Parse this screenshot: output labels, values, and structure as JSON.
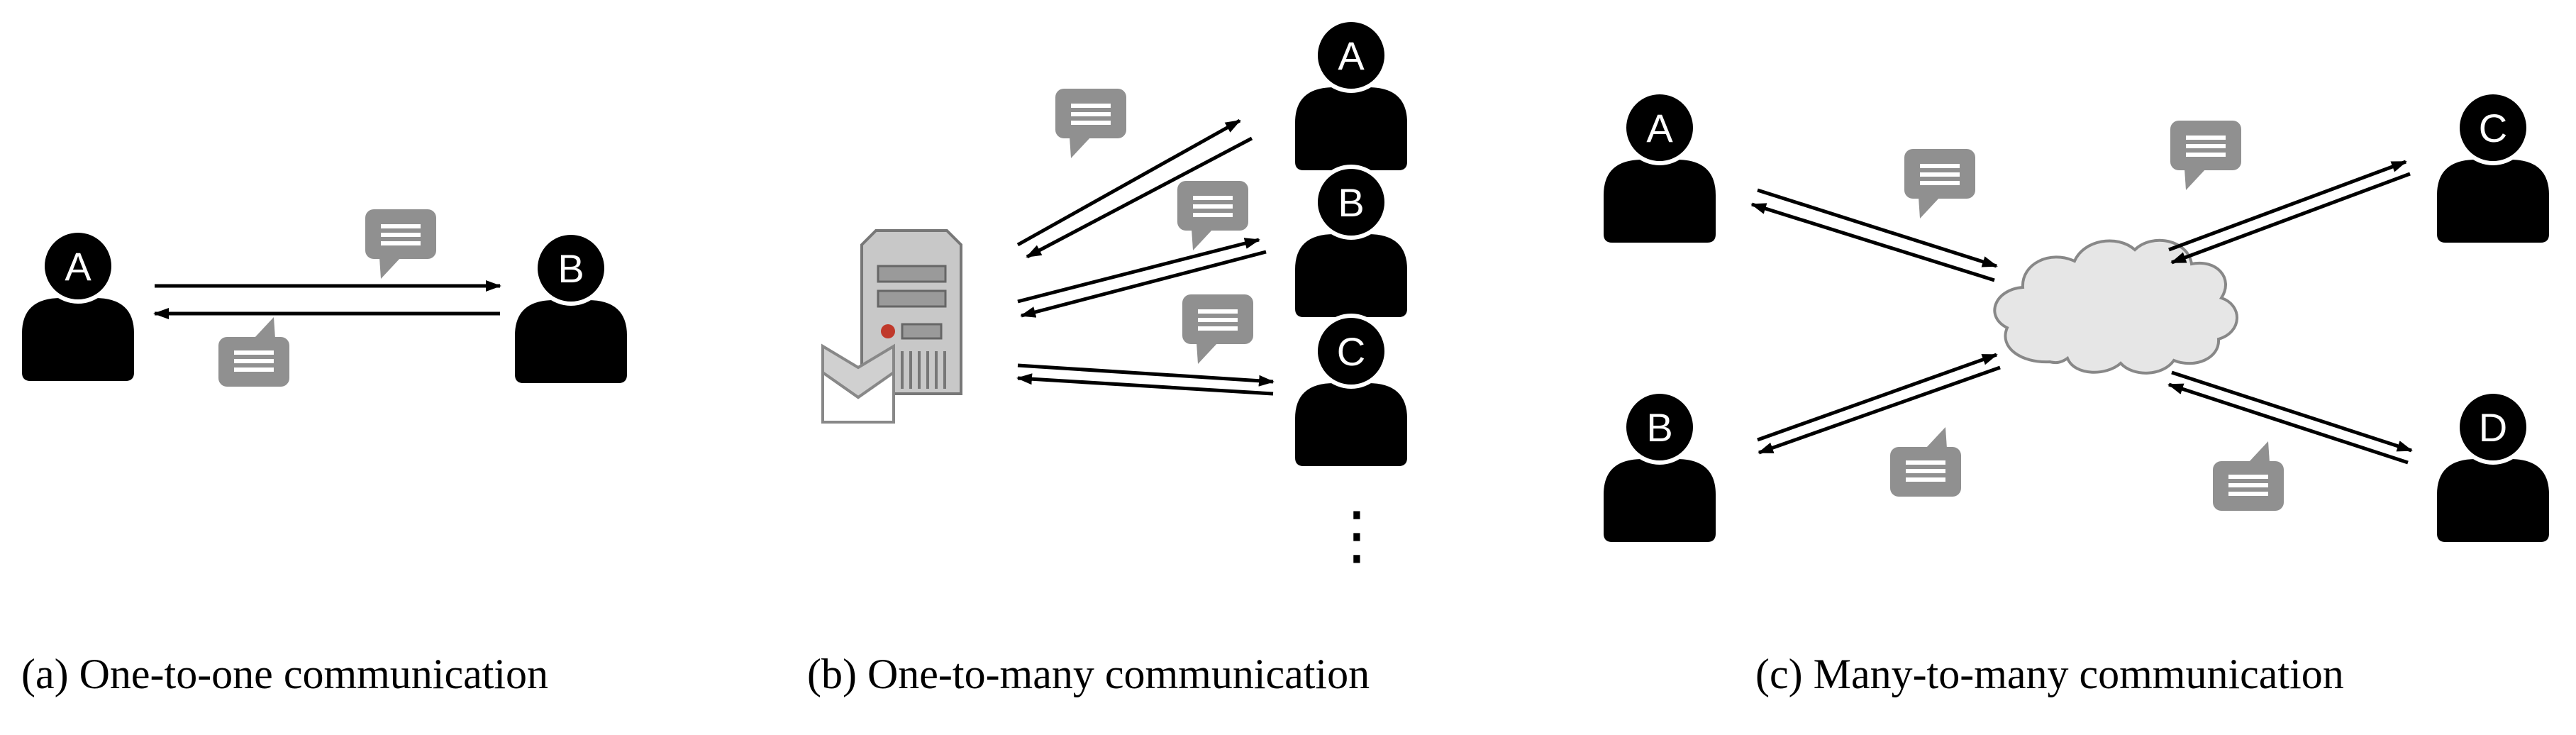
{
  "panels": {
    "a": {
      "caption": "(a) One-to-one communication",
      "nodes": [
        "A",
        "B"
      ]
    },
    "b": {
      "caption": "(b) One-to-many communication",
      "nodes": [
        "A",
        "B",
        "C"
      ],
      "continuation": "⋮"
    },
    "c": {
      "caption": "(c) Many-to-many communication",
      "nodes": [
        "A",
        "B",
        "C",
        "D"
      ]
    }
  },
  "icons": {
    "user": "user-icon",
    "message": "chat-bubble-icon",
    "server": "mail-server-icon",
    "cloud": "cloud-icon"
  },
  "colors": {
    "user": "#000000",
    "bubble": "#909090",
    "server_body": "#c8c8c8",
    "server_led": "#c0392b",
    "cloud": "#e6e6e6"
  }
}
